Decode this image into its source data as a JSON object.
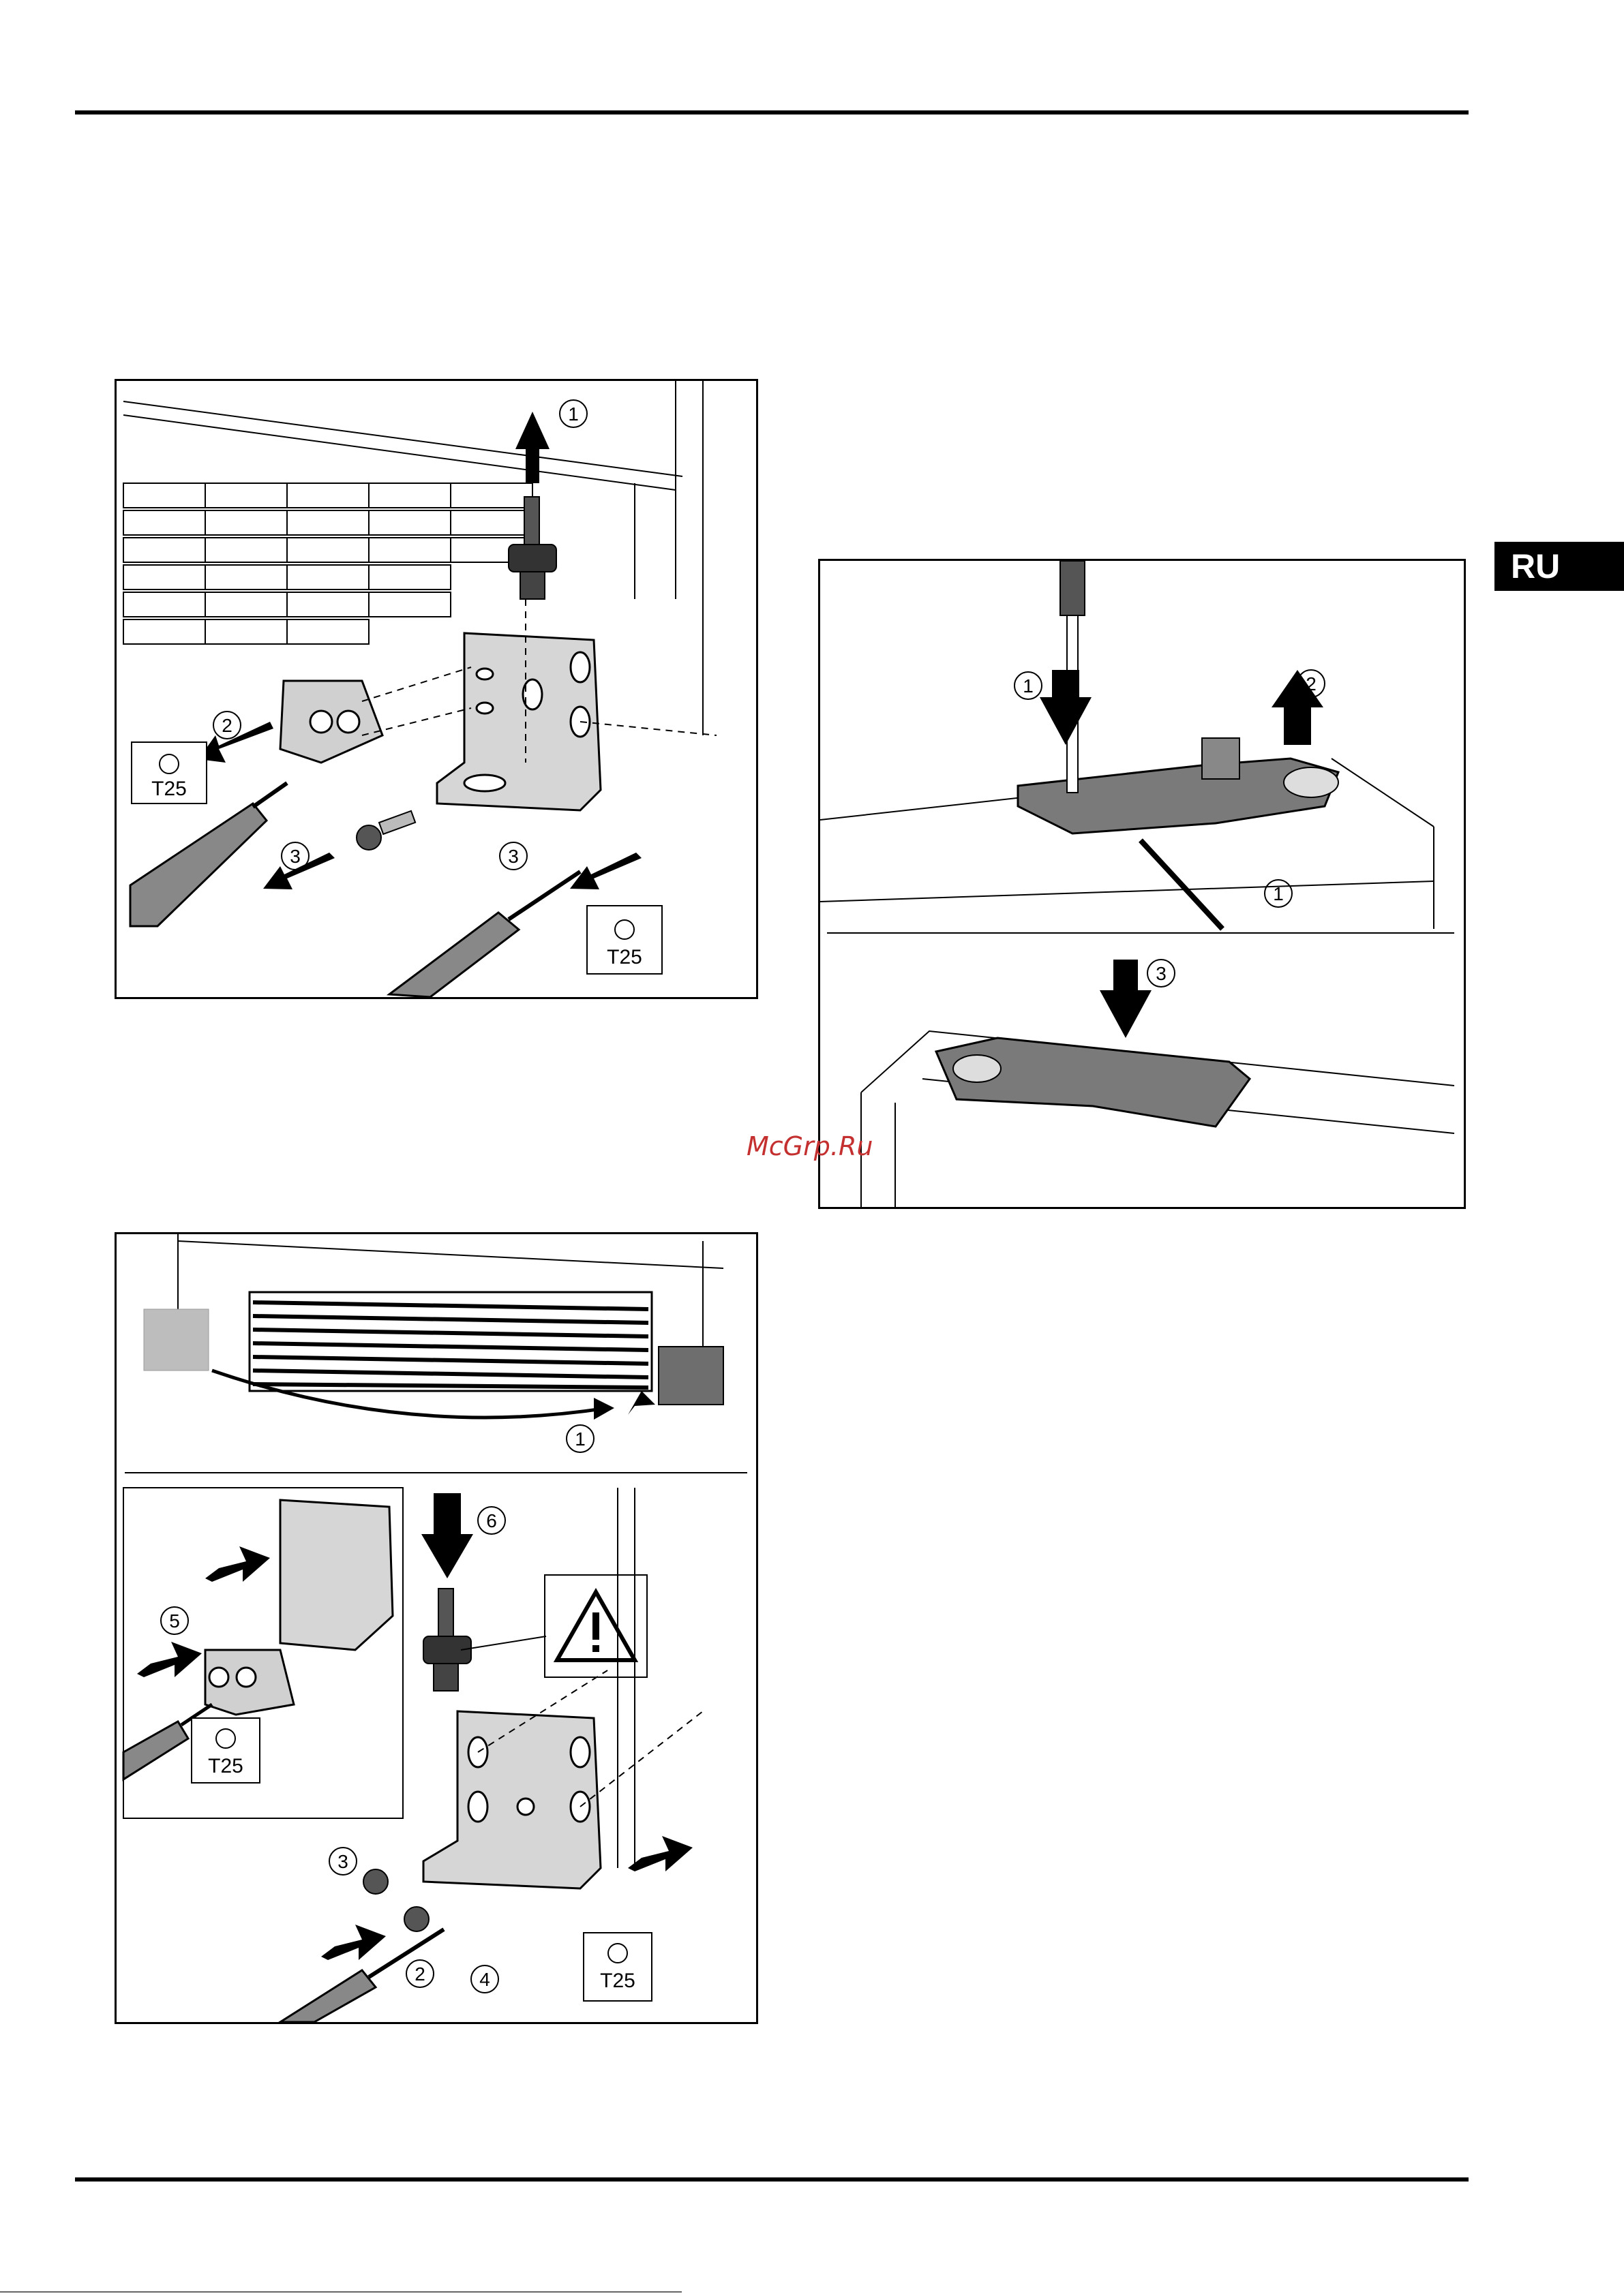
{
  "lang_tab": "RU",
  "watermark": "McGrp.Ru",
  "figure_a": {
    "steps": [
      "1",
      "2",
      "3",
      "3"
    ],
    "tool_labels": [
      "T25",
      "T25"
    ]
  },
  "figure_b": {
    "steps": [
      "1",
      "2",
      "1",
      "3"
    ]
  },
  "figure_c": {
    "steps": [
      "1",
      "6",
      "5",
      "3",
      "2",
      "4"
    ],
    "tool_labels": [
      "T25",
      "T25"
    ]
  },
  "colors": {
    "ink": "#000000",
    "tab_bg": "#000000",
    "watermark": "#c4302f",
    "panel_grey": "#bdbdbd",
    "panel_dark": "#6e6e6e"
  }
}
